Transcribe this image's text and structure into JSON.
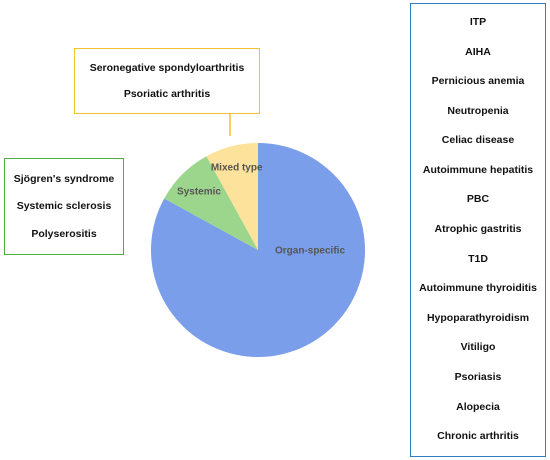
{
  "chart_data": {
    "type": "pie",
    "slices": [
      {
        "label": "Organ-specific",
        "value": 83,
        "color": "#7a9ee9"
      },
      {
        "label": "Systemic",
        "value": 9,
        "color": "#9cd58c"
      },
      {
        "label": "Mixed type",
        "value": 8,
        "color": "#fce29a"
      }
    ]
  },
  "groups": {
    "mixed": {
      "color": "#f2c230",
      "items": [
        "Seronegative spondyloarthritis",
        "Psoriatic arthritis"
      ]
    },
    "systemic": {
      "color": "#4cae3c",
      "items": [
        "Sjögren's syndrome",
        "Systemic sclerosis",
        "Polyserositis"
      ]
    },
    "organ": {
      "color": "#2f7ec6",
      "items": [
        "ITP",
        "AIHA",
        "Pernicious anemia",
        "Neutropenia",
        "Celiac disease",
        "Autoimmune hepatitis",
        "PBC",
        "Atrophic gastritis",
        "T1D",
        "Autoimmune thyroiditis",
        "Hypoparathyroidism",
        "Vitiligo",
        "Psoriasis",
        "Alopecia",
        "Chronic arthritis"
      ]
    }
  }
}
